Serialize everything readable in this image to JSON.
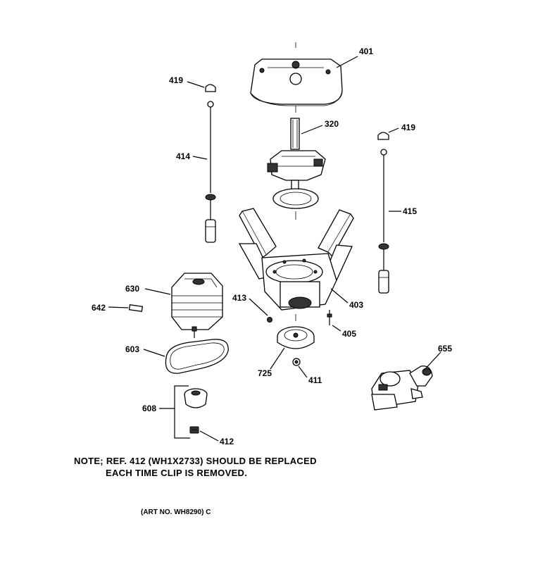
{
  "parts": {
    "p401": "401",
    "p419a": "419",
    "p419b": "419",
    "p320": "320",
    "p414": "414",
    "p415": "415",
    "p630": "630",
    "p642": "642",
    "p413": "413",
    "p403": "403",
    "p405": "405",
    "p603": "603",
    "p725": "725",
    "p411": "411",
    "p655": "655",
    "p608": "608",
    "p412": "412"
  },
  "note": {
    "line1": "NOTE; REF. 412 (WH1X2733) SHOULD BE REPLACED",
    "line2": "EACH TIME CLIP IS REMOVED."
  },
  "art_no": "(ART NO. WH8290) C"
}
